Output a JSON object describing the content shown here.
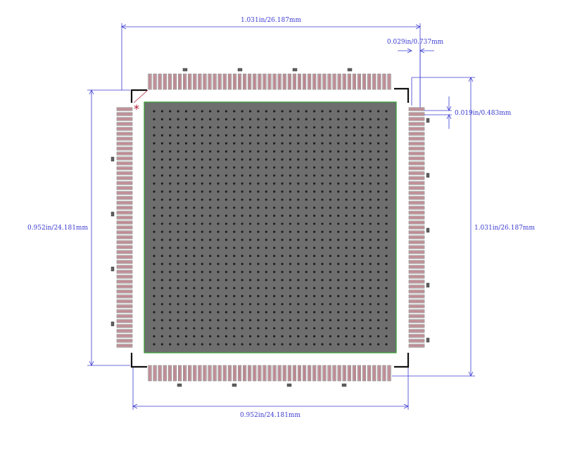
{
  "colors": {
    "background": "#ffffff",
    "dimension": "#3a3ad0",
    "pad_fill": "#c8a2a8",
    "pad_stripe": "#b06070",
    "pad_outline": "#666666",
    "body": "#6e6e6e",
    "body_outline": "#3aa03a",
    "via": "#202020",
    "outline": "#111111",
    "pin1": "#b01030",
    "fiducial": "#606060"
  },
  "dimensions": {
    "top_width": "1.031in/26.187mm",
    "pin_pitch": "0.029in/0.737mm",
    "pad_width": "0.019in/0.483mm",
    "left_height": "0.952in/24.181mm",
    "right_height": "1.031in/26.187mm",
    "bottom_width": "0.952in/24.181mm"
  },
  "pin1_marker": "*",
  "package": {
    "pins_per_side": 49,
    "via_grid_cols": 30,
    "via_grid_rows": 30
  }
}
